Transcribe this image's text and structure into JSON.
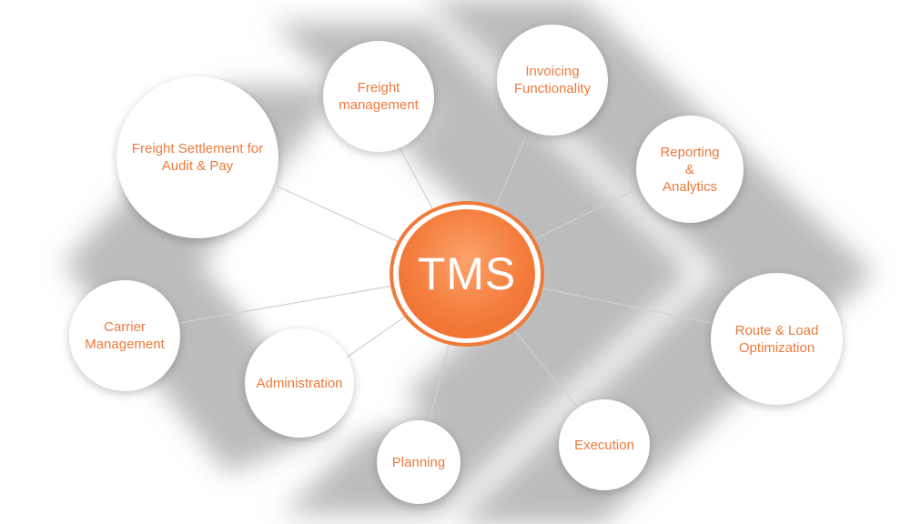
{
  "hub": {
    "label": "TMS"
  },
  "nodes": {
    "freight_settlement": "Freight Settlement for\nAudit & Pay",
    "freight_management": "Freight\nmanagement",
    "invoicing": "Invoicing\nFunctionality",
    "reporting": "Reporting\n&\nAnalytics",
    "route_load": "Route & Load\nOptimization",
    "execution": "Execution",
    "planning": "Planning",
    "administration": "Administration",
    "carrier_management": "Carrier\nManagement"
  },
  "colors": {
    "accent": "#ee7a3c",
    "hub_fill": "#f47c3c",
    "background_shape": "#bdbdbd",
    "connector": "#cfcfcf"
  }
}
